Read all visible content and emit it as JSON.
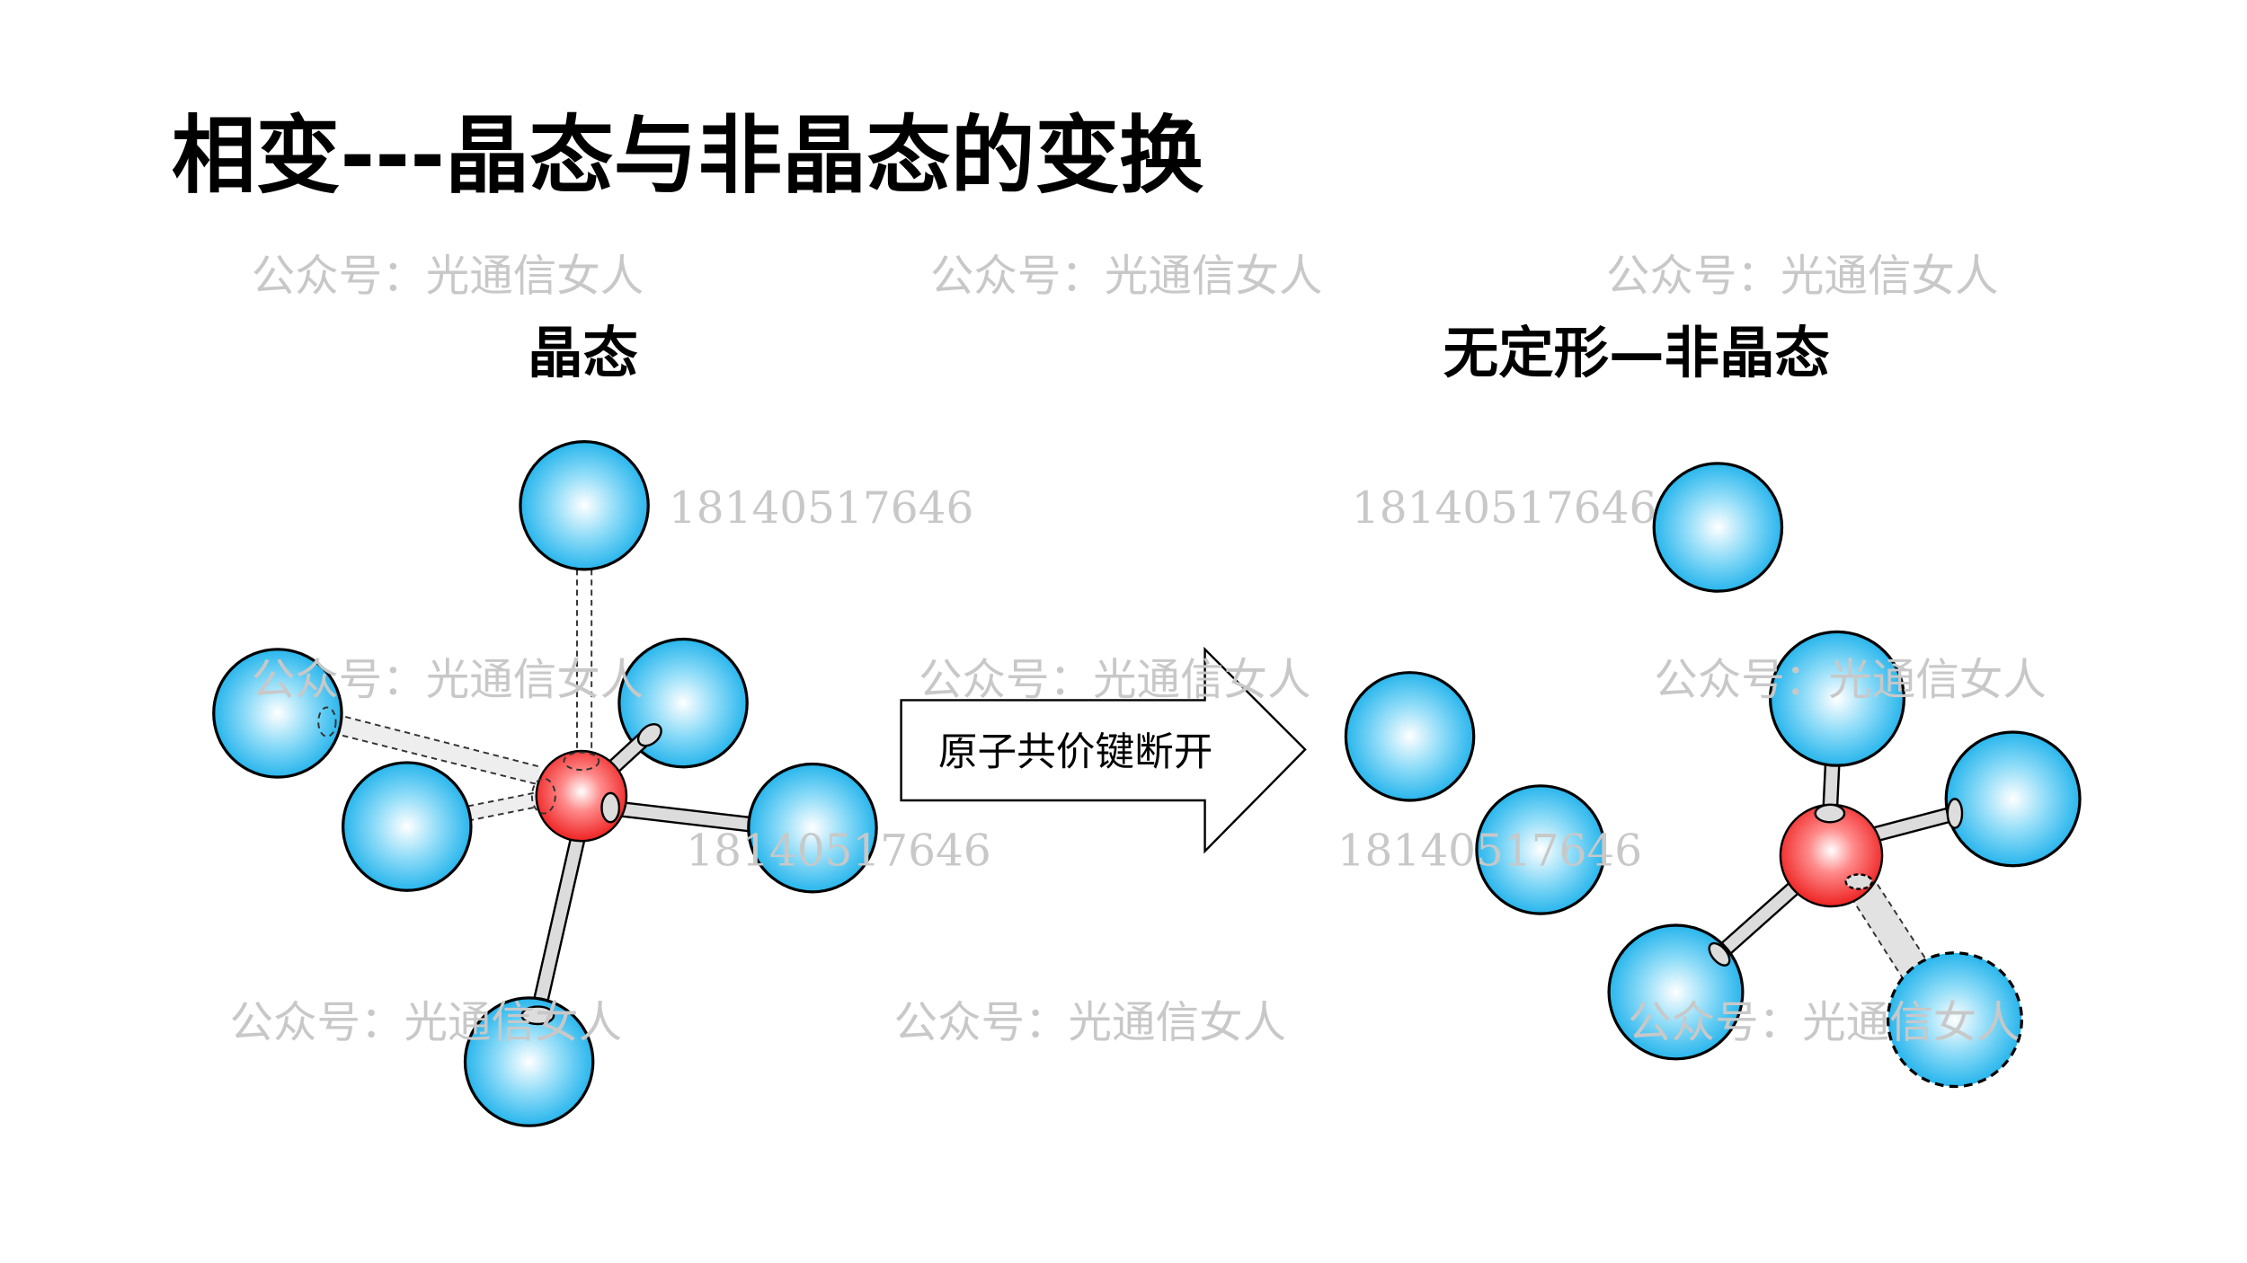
{
  "title": "相变---晶态与非晶态的变换",
  "left_label": "晶态",
  "right_label": "无定形—非晶态",
  "arrow_label": "原子共价键断开",
  "watermark_text": "公众号：光通信女人",
  "watermark_number": "18140517646",
  "colors": {
    "atom_blue": "#29b6ef",
    "atom_red": "#f03a3a",
    "bond": "#dcdcdc"
  }
}
